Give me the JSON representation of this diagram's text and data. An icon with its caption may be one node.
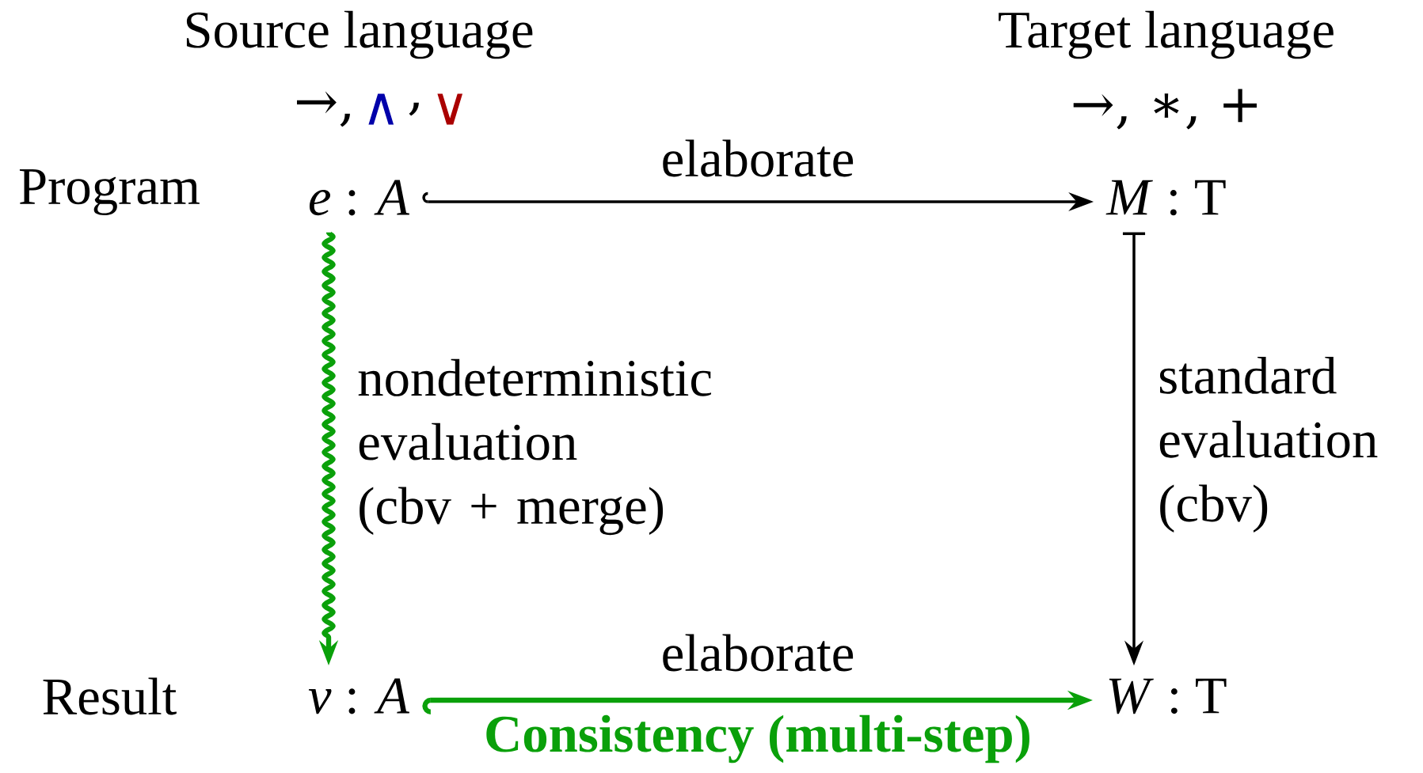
{
  "diagram": {
    "nodes": [
      {
        "text": [
          "*e* : *A*"
        ]
      },
      {
        "text": [
          "*M* : T"
        ]
      },
      {
        "text": [
          "*v* : *A*"
        ]
      },
      {
        "text": [
          "*W* : T"
        ]
      }
    ],
    "edges": [
      {
        "from": 0,
        "to": 1,
        "arrow": "to",
        "label": "elaborate"
      },
      {
        "from": 1,
        "to": 3,
        "arrow": "to",
        "label": "standard evaluation (cbv)"
      },
      {
        "from": 0,
        "to": 2,
        "arrow": "to",
        "label": "nondeterministic evaluation (cbv + merge)",
        "style": "thick",
        "color": "#0aa00a"
      },
      {
        "from": 2,
        "to": 3,
        "arrow": "to",
        "label": "elaborate",
        "style": "thick",
        "color": "#0aa00a"
      }
    ],
    "labels": [
      "Source language",
      "Target language",
      "→,",
      "∧",
      ",",
      "∨",
      "→, ∗, +",
      "Program",
      "Result",
      "Consistency (multi-step)"
    ]
  }
}
